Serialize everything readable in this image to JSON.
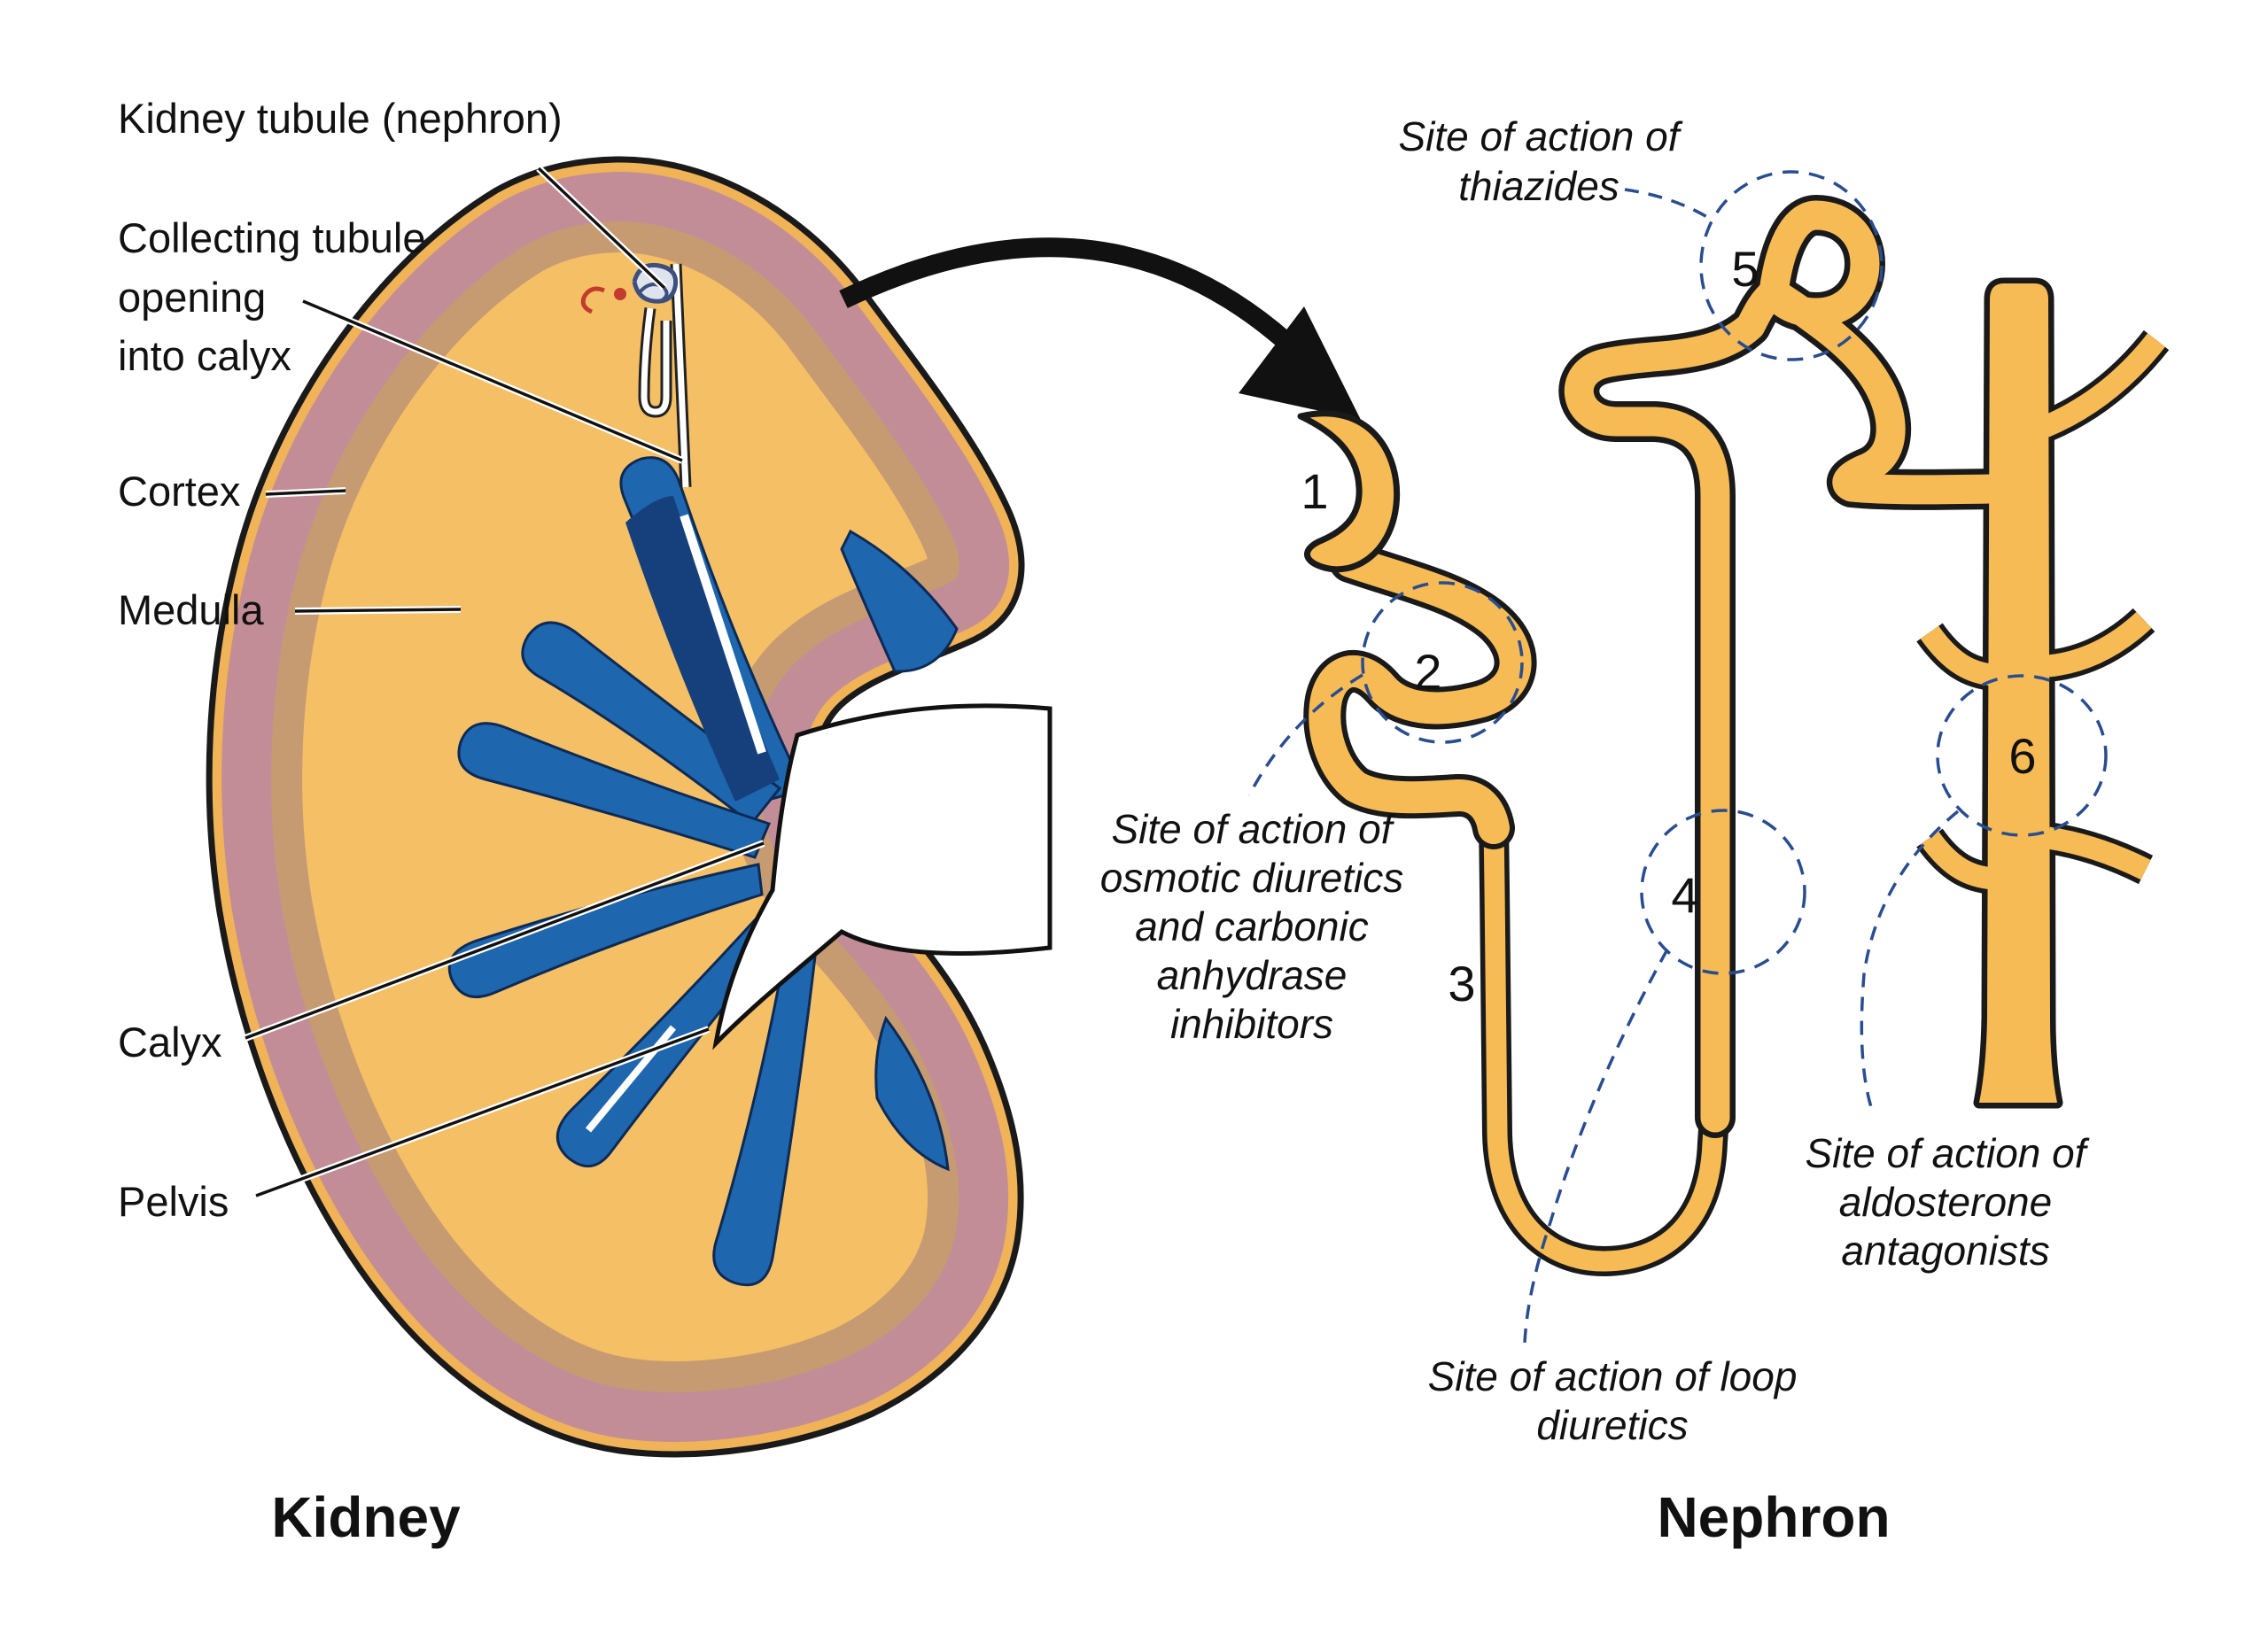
{
  "kidney": {
    "title": "Kidney",
    "labels": {
      "tubule": "Kidney tubule (nephron)",
      "collecting_lines": [
        "Collecting tubule",
        "opening",
        "into calyx"
      ],
      "cortex": "Cortex",
      "medulla": "Medulla",
      "calyx": "Calyx",
      "pelvis": "Pelvis"
    }
  },
  "nephron": {
    "title": "Nephron",
    "numbers": [
      "1",
      "2",
      "3",
      "4",
      "5",
      "6"
    ],
    "sites": {
      "thiazides_lines": [
        "Site of action of",
        "thiazides"
      ],
      "osmotic_lines": [
        "Site of action of",
        "osmotic diuretics",
        "and carbonic",
        "anhydrase",
        "inhibitors"
      ],
      "loop_lines": [
        "Site of action of loop",
        "diuretics"
      ],
      "aldosterone_lines": [
        "Site of action of",
        "aldosterone",
        "antagonists"
      ]
    }
  },
  "colors": {
    "tubule_fill": "#F6BB55",
    "outline": "#1a1a1a",
    "annotation_blue": "#2a4d8f",
    "capsule_rim": "#F0B358",
    "cortex_band": "#C38D97",
    "medulla_tan": "#C69B72",
    "parenchyma": "#F5BF66",
    "calyx_blue": "#1E66AE",
    "calyx_navy": "#16407C",
    "glomerulus_red": "#C23B2E"
  }
}
